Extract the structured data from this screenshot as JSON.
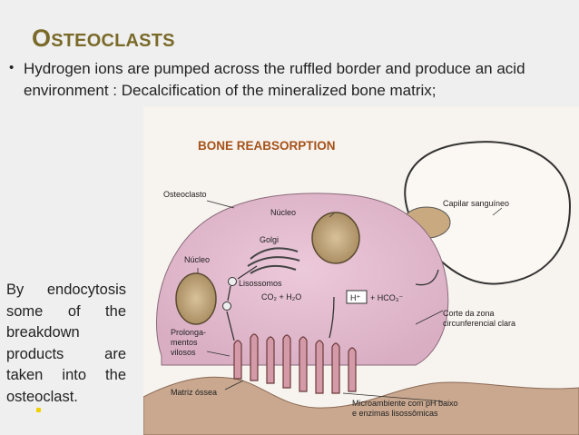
{
  "slide": {
    "title_first": "O",
    "title_rest": "STEOCLASTS",
    "bullet": "Hydrogen ions are pumped across the ruffled border and produce an acid environment : Decalcification of the  mineralized bone matrix;",
    "side_text": "By endocytosis some of the breakdown products are taken into the osteoclast."
  },
  "figure": {
    "title": "BONE REABSORPTION",
    "labels": {
      "capilar": "Capilar sanguíneo",
      "osteoclasto": "Osteoclasto",
      "nucleo_top": "Núcleo",
      "golgi": "Golgi",
      "nucleo_left": "Núcleo",
      "lisossomos": "Lisossomos",
      "co2": "CO₂ + H₂O",
      "hplus": "H⁺",
      "hco3": "+ HCO₃⁻",
      "prolonga1": "Prolonga-",
      "prolonga2": "mentos",
      "prolonga3": "vilosos",
      "corte1": "Corte da zona",
      "corte2": "circunferencial clara",
      "matriz": "Matriz óssea",
      "micro1": "Microambiente com pH baixo",
      "micro2": "e enzimas lisossômicas"
    }
  },
  "colors": {
    "title": "#7a6a2a",
    "figure_title": "#a5521a",
    "cell": "#e4bfd2",
    "bone": "#c9a88f"
  }
}
